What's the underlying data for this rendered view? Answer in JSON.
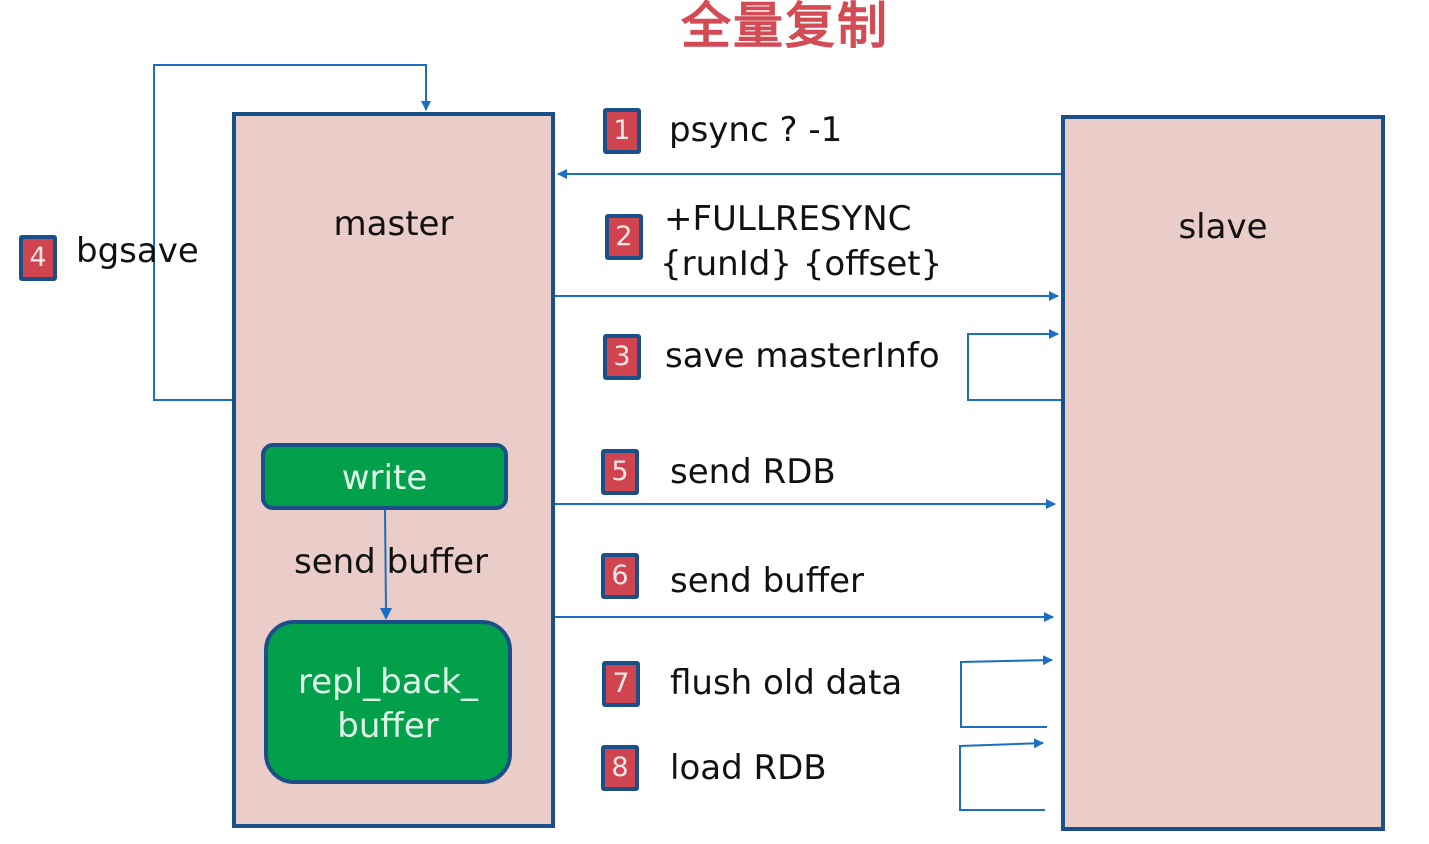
{
  "title": "全量复制",
  "nodes": {
    "master": {
      "label": "master"
    },
    "slave": {
      "label": "slave"
    },
    "write": {
      "label": "write"
    },
    "repl_back_buffer": {
      "line1": "repl_back_",
      "line2": "buffer"
    },
    "internal_edge_label": "send buffer"
  },
  "steps": [
    {
      "number": "1",
      "label": "psync ? -1",
      "direction": "slave-to-master"
    },
    {
      "number": "2",
      "line1": "+FULLRESYNC",
      "line2": "{runId} {offset}",
      "direction": "master-to-slave"
    },
    {
      "number": "3",
      "label": "save masterInfo",
      "direction": "slave-self"
    },
    {
      "number": "4",
      "label": "bgsave",
      "direction": "master-self"
    },
    {
      "number": "5",
      "label": "send RDB",
      "direction": "master-to-slave"
    },
    {
      "number": "6",
      "label": "send buffer",
      "direction": "master-to-slave"
    },
    {
      "number": "7",
      "label": "flush old data",
      "direction": "slave-self"
    },
    {
      "number": "8",
      "label": "load RDB",
      "direction": "slave-self"
    }
  ],
  "colors": {
    "title": "#d24b55",
    "box_fill": "#eacdc9",
    "box_border": "#1b4f8a",
    "green_fill": "#02a04a",
    "badge_fill": "#d0444f",
    "arrow": "#1a6fc0"
  }
}
